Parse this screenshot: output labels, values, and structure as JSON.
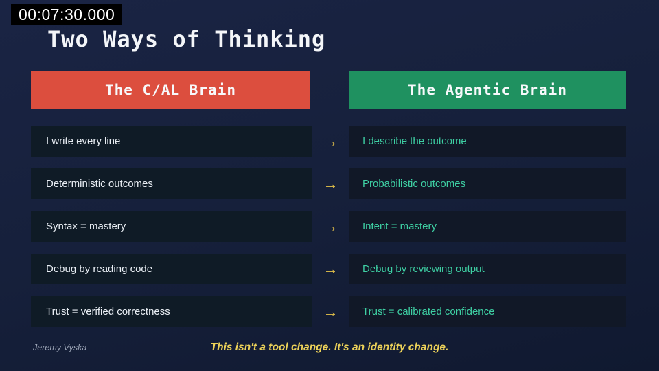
{
  "timestamp": "00:07:30.000",
  "slide": {
    "title": "Two Ways of Thinking",
    "columns": {
      "left": {
        "header": "The C/AL Brain"
      },
      "right": {
        "header": "The Agentic Brain"
      }
    },
    "arrow_glyph": "→",
    "rows": [
      {
        "left": "I write every line",
        "right": "I describe the outcome"
      },
      {
        "left": "Deterministic outcomes",
        "right": "Probabilistic outcomes"
      },
      {
        "left": "Syntax = mastery",
        "right": "Intent = mastery"
      },
      {
        "left": "Debug by reading code",
        "right": "Debug by reviewing output"
      },
      {
        "left": "Trust = verified correctness",
        "right": "Trust = calibrated confidence"
      }
    ],
    "footer": {
      "author": "Jeremy Vyska",
      "quote": "This isn't a tool change. It's an identity change."
    }
  },
  "colors": {
    "background": "#16203b",
    "background_top": "#1a2444",
    "background_bottom": "#101930",
    "left_header_bg": "#dc4e3e",
    "right_header_bg": "#1f9160",
    "header_text": "#f7f9fb",
    "left_row_bg": "#0f1b26",
    "right_row_bg": "#111827",
    "left_row_text": "#e9eef4",
    "right_row_text": "#3ecfa3",
    "arrow": "#e8c44a",
    "quote": "#ecd159",
    "author": "#9aa3b5",
    "timestamp_bg": "#000000",
    "timestamp_text": "#ffffff",
    "title_text": "#f4f6f9"
  }
}
